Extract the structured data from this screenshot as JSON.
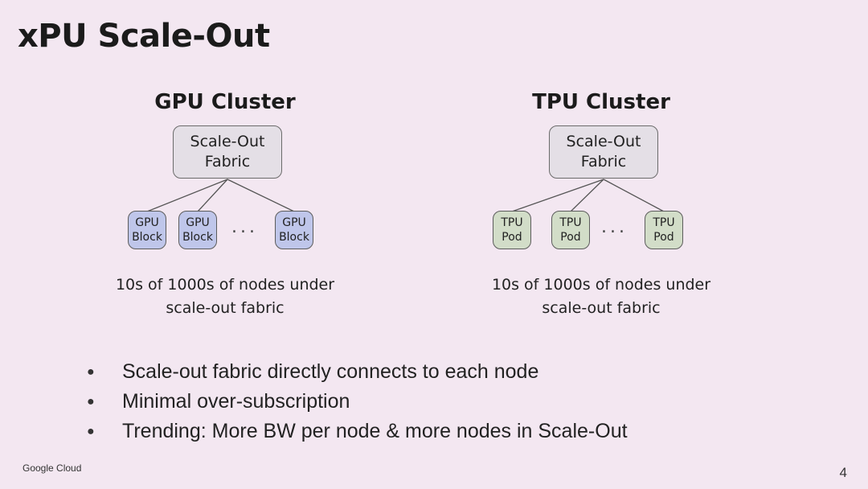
{
  "slide": {
    "title": "xPU Scale-Out",
    "page_number": "4",
    "footer_brand": "Google Cloud"
  },
  "gpu_cluster": {
    "title": "GPU Cluster",
    "fabric_label": "Scale-Out\nFabric",
    "nodes": [
      "GPU\nBlock",
      "GPU\nBlock",
      "GPU\nBlock"
    ],
    "ellipsis": "...",
    "caption": "10s of 1000s of nodes under\nscale-out fabric",
    "node_color": "#bfc6ea"
  },
  "tpu_cluster": {
    "title": "TPU Cluster",
    "fabric_label": "Scale-Out\nFabric",
    "nodes": [
      "TPU\nPod",
      "TPU\nPod",
      "TPU\nPod"
    ],
    "ellipsis": "...",
    "caption": "10s of 1000s of nodes under\nscale-out fabric",
    "node_color": "#d2ddc8"
  },
  "bullets": [
    "Scale-out fabric directly connects to each node",
    "Minimal over-subscription",
    "Trending: More BW per node & more nodes in Scale-Out"
  ]
}
